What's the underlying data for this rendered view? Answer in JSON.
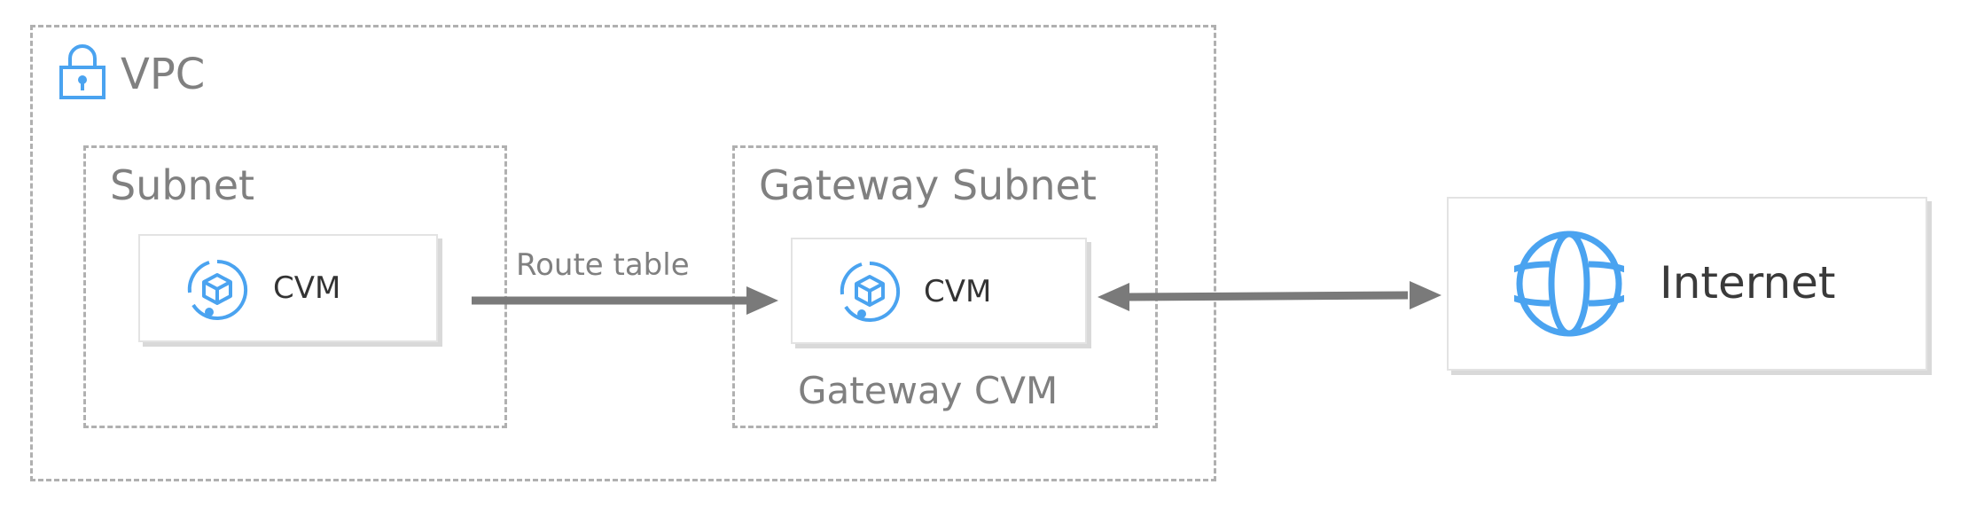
{
  "vpc": {
    "title": "VPC",
    "icon": "lock-icon"
  },
  "subnet": {
    "title": "Subnet",
    "cvm": {
      "label": "CVM",
      "icon": "cvm-cube-icon"
    }
  },
  "gateway_subnet": {
    "title": "Gateway Subnet",
    "cvm": {
      "label": "CVM",
      "icon": "cvm-cube-icon"
    },
    "caption": "Gateway CVM"
  },
  "route": {
    "label": "Route table"
  },
  "internet": {
    "label": "Internet",
    "icon": "globe-icon"
  },
  "colors": {
    "accent": "#4aa3f0",
    "arrow": "#7a7a7a",
    "dashed_border": "#b0b0b0",
    "text": "#808080"
  }
}
